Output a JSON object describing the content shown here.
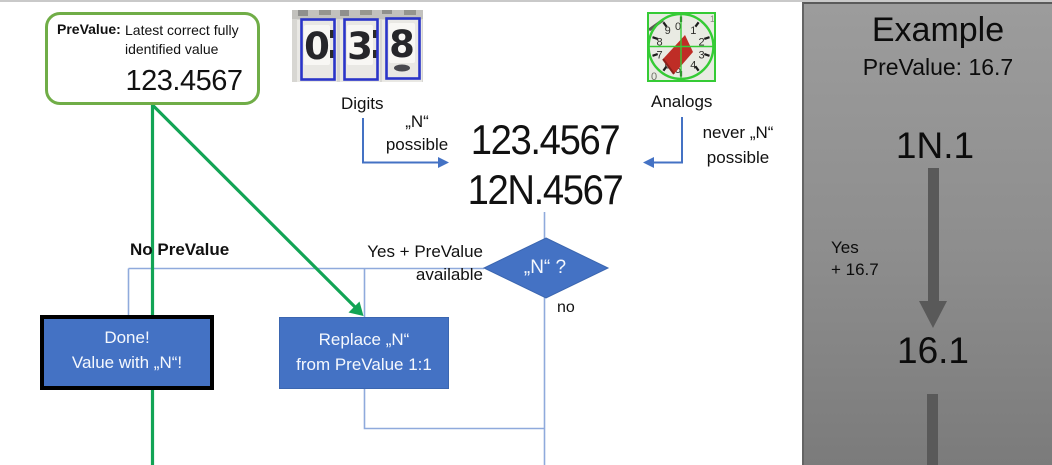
{
  "colors": {
    "accent_blue": "#4472C4",
    "connector_blue": "#8FAADC",
    "elbow_blue": "#4472C4",
    "green_border": "#70AD47",
    "green_arrow": "#12A455",
    "dark_arrow": "#595959",
    "hairline_gray": "#c9c9c9"
  },
  "prevalue_box": {
    "label": "PreValue:",
    "desc_line1": "Latest correct fully",
    "desc_line2": "identified value",
    "value": "123.4567"
  },
  "digits_image": {
    "digit1": "0",
    "digit2": "3",
    "digit3": "8"
  },
  "digits": {
    "label": "Digits",
    "note_line1": "„N“",
    "note_line2": "possible"
  },
  "analogs": {
    "label": "Analogs",
    "note_line1": "never „N“",
    "note_line2": "possible"
  },
  "gauge": {
    "numbers": [
      "0",
      "1",
      "2",
      "3",
      "4",
      "5",
      "6",
      "7",
      "8",
      "9"
    ]
  },
  "candidate_values": {
    "line1": "123.4567",
    "line2": "12N.4567"
  },
  "branch": {
    "no_prevalue": "No PreValue",
    "yes_line1": "Yes + PreValue",
    "yes_line2": "available",
    "no": "no"
  },
  "decision": {
    "label": "„N“ ?"
  },
  "done_box": {
    "line1": "Done!",
    "line2": "Value with „N“!"
  },
  "replace_box": {
    "line1": "Replace „N“",
    "line2": "from PreValue 1:1"
  },
  "example_panel": {
    "title": "Example",
    "prevalue": "PreValue: 16.7",
    "value_before": "1N.1",
    "step_line1": "Yes",
    "step_line2": "+ 16.7",
    "value_after": "16.1"
  }
}
